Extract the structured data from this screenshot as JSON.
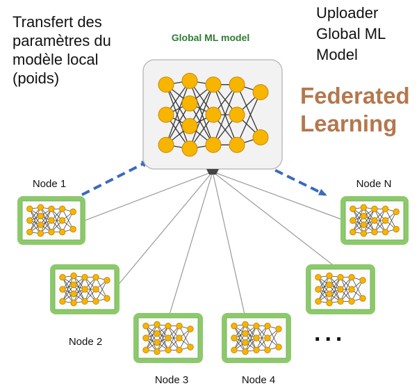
{
  "left_caption": [
    "Transfert des",
    "paramètres du",
    "modèle local",
    "(poids)"
  ],
  "right_caption": [
    "Uploader",
    "Global ML",
    "Model"
  ],
  "title": [
    "Federated",
    "Learning"
  ],
  "global_model_label": "Global ML model",
  "nodes": {
    "node1": "Node 1",
    "node2": "Node 2",
    "node3": "Node 3",
    "node4": "Node 4",
    "nodeN": "Node N"
  },
  "ellipsis": "...",
  "colors": {
    "title": "#b5774d",
    "global_label": "#2e7d32",
    "node_frame": "#8cc96b",
    "neuron": "#f7b500",
    "neuron_stroke": "#c88a00",
    "arrow": "#3a6bbd",
    "connector": "#999999"
  },
  "icons": {
    "upload_arrow": "dashed-arrow-up-right",
    "download_arrow": "dashed-arrow-down-right",
    "neural_network": "neural-network-icon",
    "hub_connector": "hub-connector-icon"
  }
}
